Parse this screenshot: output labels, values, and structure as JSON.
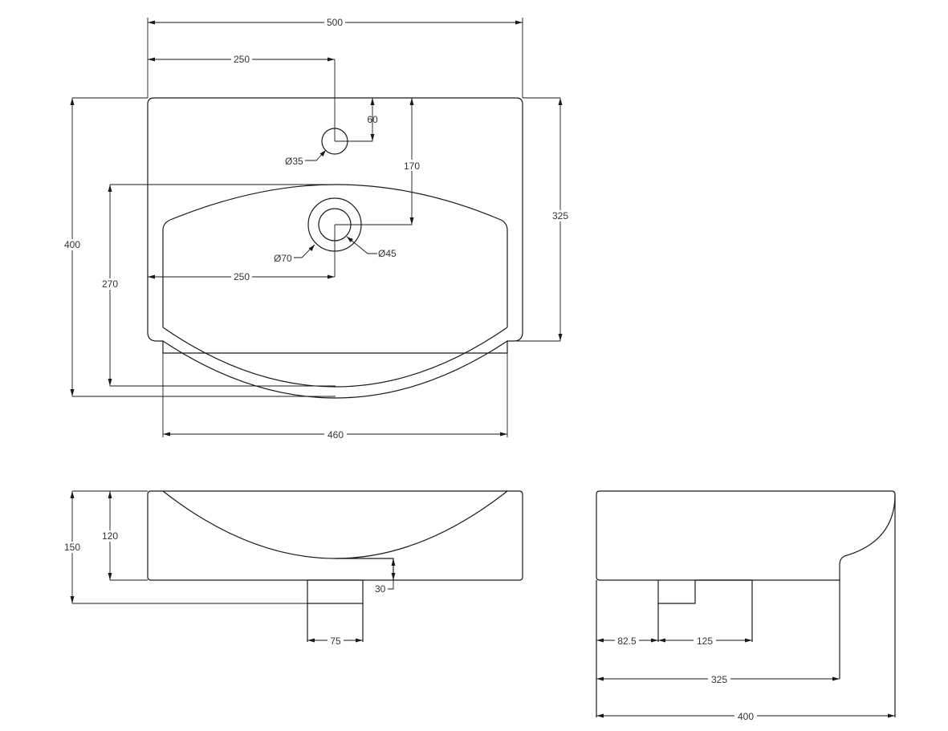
{
  "colors": {
    "line": "#1a1a1a",
    "text": "#333333",
    "background": "#ffffff"
  },
  "top_view": {
    "overall_width": "500",
    "tap_hole_offset": "250",
    "tap_hole_depth": "60",
    "tap_hole_dia": "Ø35",
    "waste_depth": "170",
    "waste_outer_dia": "Ø70",
    "waste_inner_dia": "Ø45",
    "overall_depth": "400",
    "bowl_depth": "270",
    "waste_offset": "250",
    "body_depth": "325",
    "body_width": "460"
  },
  "front_view": {
    "overall_height": "150",
    "bowl_height": "120",
    "waste_drop": "30",
    "waste_width": "75"
  },
  "side_view": {
    "waste_offset": "82.5",
    "waste_length": "125",
    "body_depth": "325",
    "overall_depth": "400"
  }
}
